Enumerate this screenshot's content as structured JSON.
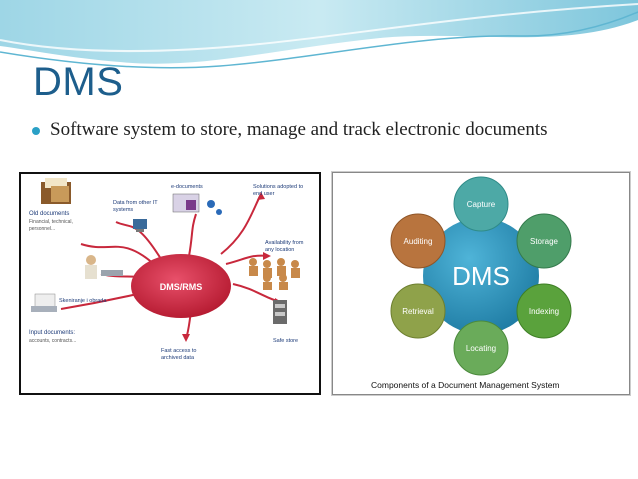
{
  "slide": {
    "title": "DMS",
    "bullet": "Software system to store, manage and track electronic documents"
  },
  "left_diagram": {
    "center_label": "DMS/RMS",
    "labels": {
      "old_documents": "Old documents",
      "old_documents_sub1": "Financial, technical,",
      "old_documents_sub2": "personnel...",
      "data_other_it1": "Data from other IT",
      "data_other_it2": "systems",
      "e_documents": "e-documents",
      "solutions1": "Solutions adopted to",
      "solutions2": "end user",
      "availability1": "Availability from",
      "availability2": "any location",
      "skeniranje": "Skeniranje i obrada",
      "input_docs": "Input documents:",
      "input_docs_sub": "accounts, contracts...",
      "fast_access1": "Fast access to",
      "fast_access2": "archived data",
      "safe_store": "Safe store"
    }
  },
  "right_diagram": {
    "center_label": "DMS",
    "caption": "Components of a Document Management System",
    "components": {
      "capture": "Capture",
      "storage": "Storage",
      "indexing": "Indexing",
      "locating": "Locating",
      "retrieval": "Retrieval",
      "auditing": "Auditing"
    },
    "colors": {
      "center": "#2a8fb8",
      "capture": "#4da9a6",
      "storage": "#4f9e6a",
      "indexing": "#5aa23c",
      "locating": "#6aab5a",
      "retrieval": "#8fa24a",
      "auditing": "#b8743e"
    }
  },
  "colors": {
    "title": "#1d5e8c",
    "bullet": "#2aa0c6",
    "accent_red": "#c8283c"
  }
}
